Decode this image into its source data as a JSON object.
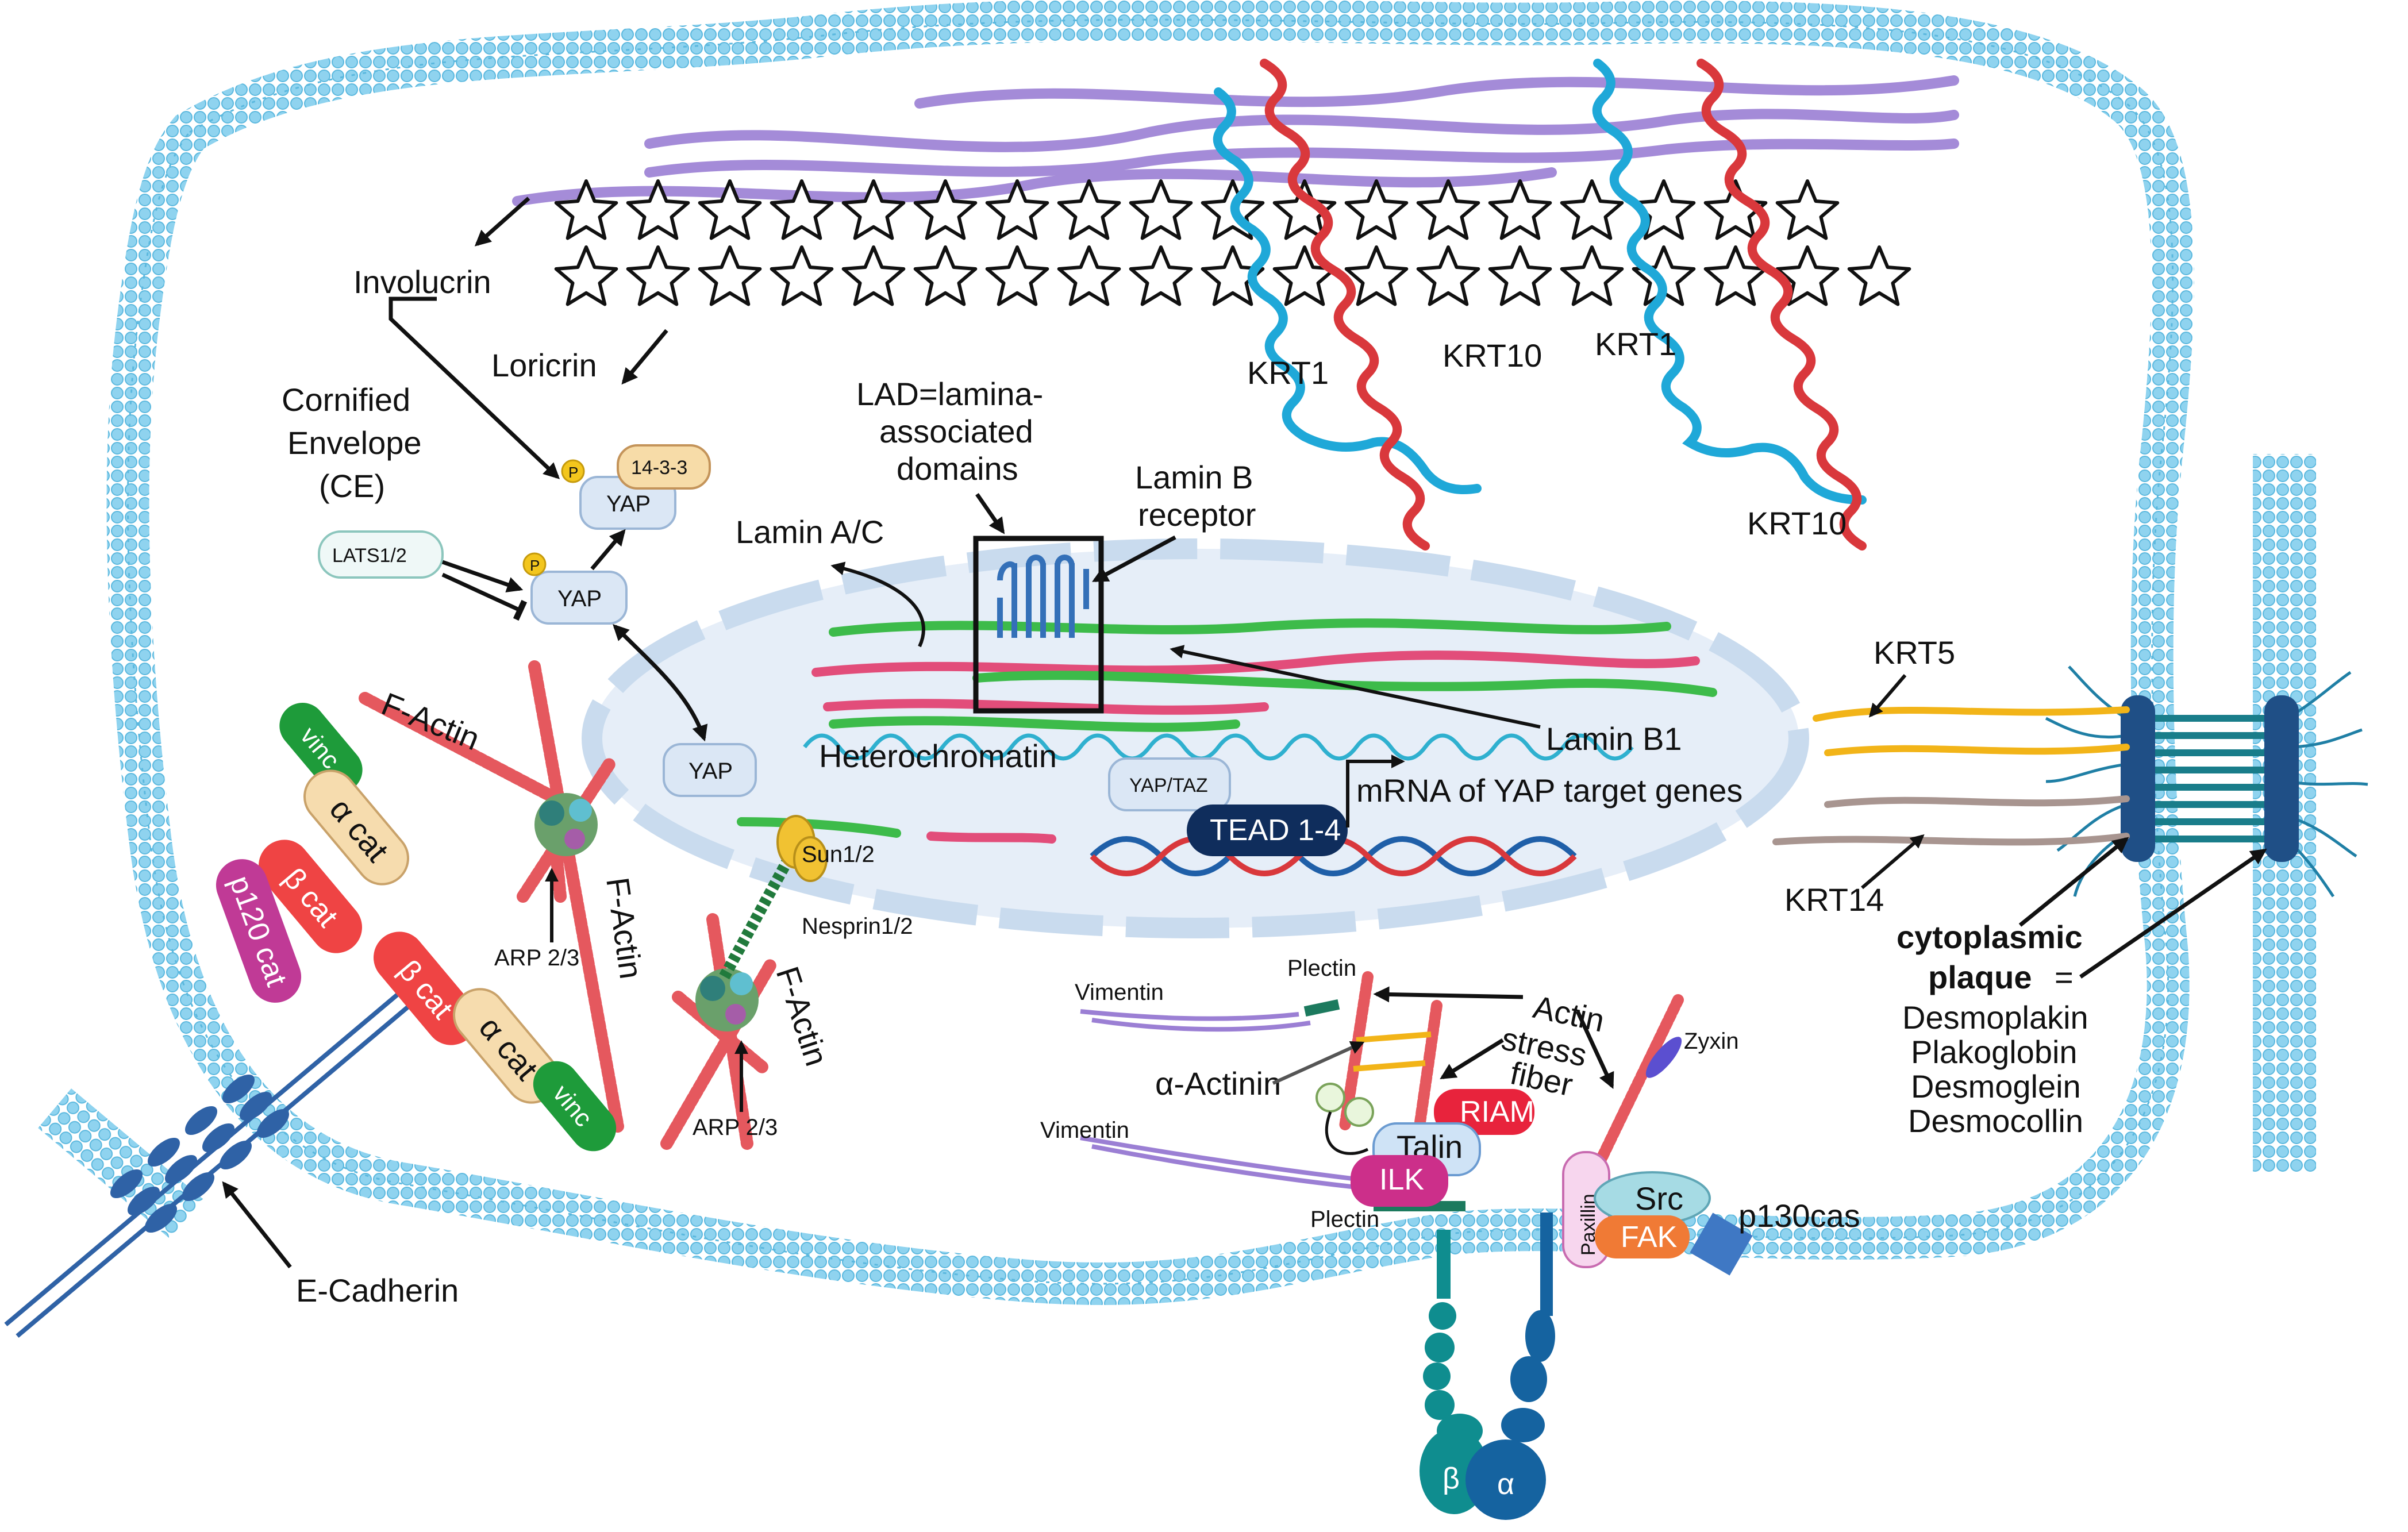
{
  "labels": {
    "involucrin": "Involucrin",
    "loricrin": "Loricrin",
    "ce_line1": "Cornified",
    "ce_line2": "Envelope",
    "ce_line3": "(CE)",
    "krt1_a": "KRT1",
    "krt10_a": "KRT10",
    "krt1_b": "KRT1",
    "krt10_b": "KRT10",
    "lad_line1": "LAD=lamina-",
    "lad_line2": "associated",
    "lad_line3": "domains",
    "lamin_b_receptor_1": "Lamin B",
    "lamin_b_receptor_2": "receptor",
    "lamin_ac": "Lamin A/C",
    "lamin_b1": "Lamin B1",
    "heterochromatin": "Heterochromatin",
    "yap_taz": "YAP/TAZ",
    "tead": "TEAD 1-4",
    "mrna": "mRNA of YAP target genes",
    "sun": "Sun1/2",
    "nesprin": "Nesprin1/2",
    "krt5": "KRT5",
    "krt14": "KRT14",
    "plaque_bold_1": "cytoplasmic",
    "plaque_bold_2": "plaque",
    "plaque_eq": "=",
    "desmoplakin": "Desmoplakin",
    "plakoglobin": "Plakoglobin",
    "desmoglein": "Desmoglein",
    "desmocollin": "Desmocollin",
    "phospho": "P",
    "yap_top": "YAP",
    "protein_1433": "14-3-3",
    "lats": "LATS1/2",
    "yap_mid": "YAP",
    "yap_nuc": "YAP",
    "factin_1": "F-Actin",
    "factin_2": "F-Actin",
    "factin_3": "F-Actin",
    "arp_1": "ARP 2/3",
    "arp_2": "ARP 2/3",
    "vinc_1": "vinc",
    "acat_1": "α cat",
    "bcat_1": "β cat",
    "p120": "p120 cat",
    "bcat_2": "β cat",
    "acat_2": "α cat",
    "vinc_2": "vinc",
    "ecad": "E-Cadherin",
    "vimentin_1": "Vimentin",
    "vimentin_2": "Vimentin",
    "plectin_1": "Plectin",
    "plectin_2": "Plectin",
    "stress_1": "Actin",
    "stress_2": "stress",
    "stress_3": "fiber",
    "zyxin": "Zyxin",
    "a_actinin": "α-Actinin",
    "riam": "RIAM",
    "talin": "Talin",
    "ilk": "ILK",
    "paxillin": "Paxillin",
    "src": "Src",
    "fak": "FAK",
    "p130cas": "p130cas",
    "beta": "β",
    "alpha": "α"
  },
  "colors": {
    "membrane": "#8fd3ef",
    "membrane_edge": "#5bb8de",
    "krt1": "#1fa8d8",
    "krt10": "#d9383c",
    "involucrin_fiber": "#9b7fd4",
    "lamin_green": "#3dbb4a",
    "lamin_pink": "#e24d7a",
    "heterochromatin": "#2fb0cf",
    "vinc": "#1e9b3a",
    "a_cat": "#f6dcae",
    "b_cat": "#ef4444",
    "p120": "#c03a96",
    "cadherin": "#2f62a6",
    "riam": "#e8233c",
    "ilk": "#cc2f8a",
    "talin": "#cfe3f6",
    "src": "#a6dbe4",
    "fak": "#f07a35",
    "paxillin": "#f7d6ee",
    "tead": "#0f2d5c",
    "desmosome": "#1f4f86",
    "krt5": "#f2b418",
    "krt14": "#a89590"
  }
}
